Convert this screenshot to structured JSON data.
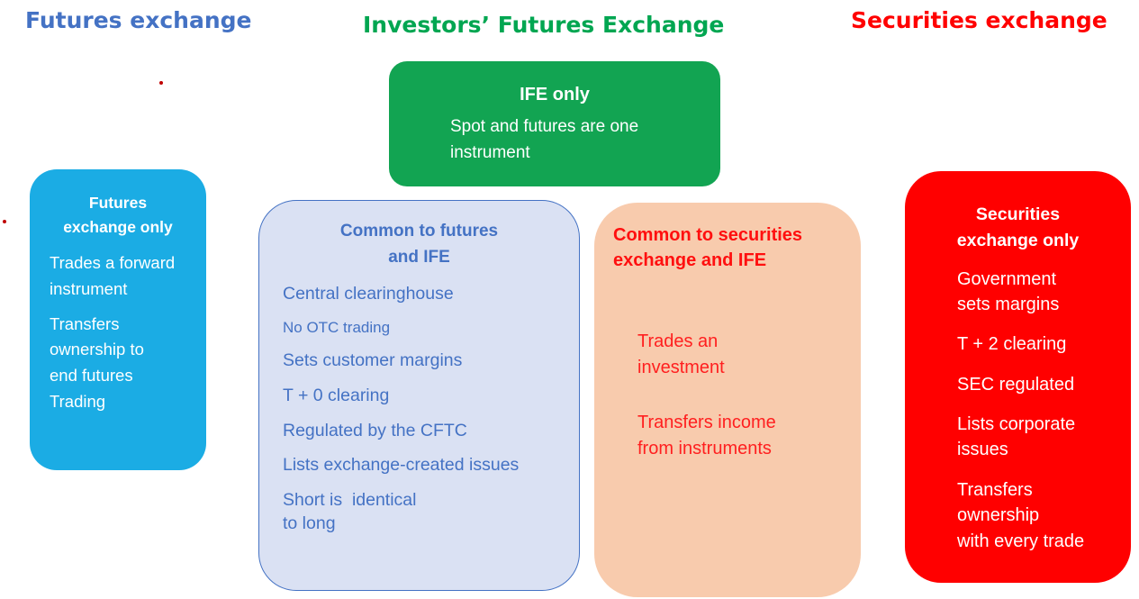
{
  "headers": {
    "futures": {
      "label": "Futures exchange",
      "color": "#4472C4"
    },
    "ife": {
      "label": "Investors’ Futures Exchange",
      "color": "#00A651"
    },
    "securities": {
      "label": "Securities exchange",
      "color": "#FF0000"
    }
  },
  "boxes": {
    "ife_only": {
      "title": "IFE only",
      "items": [
        "Spot and futures are one\ninstrument"
      ],
      "bg_color": "#12A452",
      "text_color": "#FFFFFF"
    },
    "futures_only": {
      "title": "Futures\nexchange only",
      "items": [
        "Trades a forward\ninstrument",
        "Transfers\nownership to\nend futures\nTrading"
      ],
      "bg_color": "#1BACE4",
      "text_color": "#FFFFFF"
    },
    "common_futures_ife": {
      "title": "Common to futures\nand IFE",
      "items": [
        "Central clearinghouse",
        "No OTC trading",
        "Sets customer margins",
        "T + 0 clearing",
        "Regulated by the CFTC",
        "Lists exchange-created issues",
        "Short is  identical\nto long"
      ],
      "bg_color": "#DAE1F3",
      "border_color": "#4472C4",
      "text_color": "#4472C4"
    },
    "common_securities_ife": {
      "title": "Common to securities\nexchange and IFE",
      "items": [
        "Trades an\ninvestment",
        "Transfers income\nfrom instruments"
      ],
      "bg_color": "#F8CBAD",
      "text_color": "#FF1F1F"
    },
    "securities_only": {
      "title": "Securities\nexchange only",
      "items": [
        "Government\nsets margins",
        "T + 2 clearing",
        "SEC regulated",
        "Lists corporate\nissues",
        "Transfers\nownership\nwith every trade"
      ],
      "bg_color": "#FF0000",
      "text_color": "#FFFFFF"
    }
  }
}
